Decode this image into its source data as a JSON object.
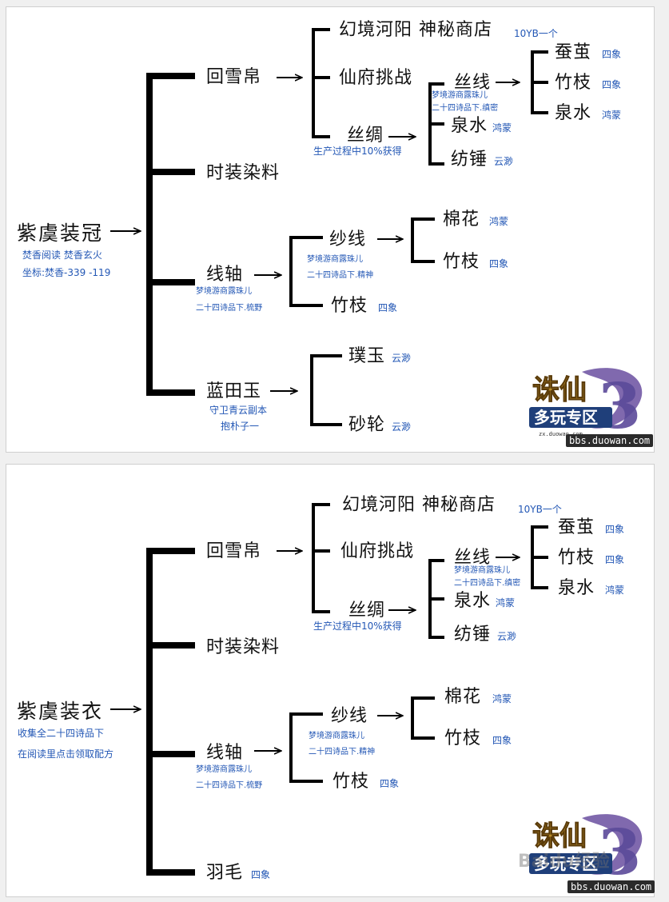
{
  "panel1": {
    "root": "紫虞装冠",
    "root_notes": [
      "焚香阅读  焚香玄火",
      "坐标:焚香-339  -119"
    ],
    "b_huixuebo": "回雪帛",
    "b_shizhuang": "时装染料",
    "b_xianzhou": "线轴",
    "b_xianzhou_notes": [
      "梦境游商露珠儿",
      "二十四诗品下.梳野"
    ],
    "b_lantianyu": "蓝田玉",
    "b_lantianyu_notes": [
      "守卫青云副本",
      "抱朴子一"
    ],
    "h_huanjing": "幻境河阳  神秘商店",
    "h_huanjing_note": "10YB一个",
    "h_xianfu": "仙府挑战",
    "h_sichou": "丝绸",
    "h_sichou_note": "生产过程中10%获得",
    "s_sixian": "丝线",
    "s_sixian_notes": [
      "梦境游商露珠儿",
      "二十四诗品下.缜密"
    ],
    "s_quanshui": "泉水",
    "s_quanshui_tag": "鸿蒙",
    "s_fangchui": "纺锤",
    "s_fangchui_tag": "云渺",
    "x_canjian": "蚕茧",
    "x_canjian_tag": "四象",
    "x_zhuzhi": "竹枝",
    "x_zhuzhi_tag": "四象",
    "x_quanshui": "泉水",
    "x_quanshui_tag": "鸿蒙",
    "sx_shaxian": "纱线",
    "sx_shaxian_notes": [
      "梦境游商露珠儿",
      "二十四诗品下.精神"
    ],
    "sx_zhuzhi": "竹枝",
    "sx_zhuzhi_tag": "四象",
    "sh_mianhua": "棉花",
    "sh_mianhua_tag": "鸿蒙",
    "sh_zhuzhi": "竹枝",
    "sh_zhuzhi_tag": "四象",
    "ly_puyu": "璞玉",
    "ly_puyu_tag": "云渺",
    "ly_shalun": "砂轮",
    "ly_shalun_tag": "云渺"
  },
  "panel2": {
    "root": "紫虞装衣",
    "root_notes": [
      "收集全二十四诗品下",
      "在阅读里点击领取配方"
    ],
    "b_huixuebo": "回雪帛",
    "b_shizhuang": "时装染料",
    "b_xianzhou": "线轴",
    "b_xianzhou_notes": [
      "梦境游商露珠儿",
      "二十四诗品下.梳野"
    ],
    "b_yumao": "羽毛",
    "b_yumao_tag": "四象",
    "h_huanjing": "幻境河阳  神秘商店",
    "h_huanjing_note": "10YB一个",
    "h_xianfu": "仙府挑战",
    "h_sichou": "丝绸",
    "h_sichou_note": "生产过程中10%获得",
    "s_sixian": "丝线",
    "s_sixian_notes": [
      "梦境游商露珠儿",
      "二十四诗品下.缜密"
    ],
    "s_quanshui": "泉水",
    "s_quanshui_tag": "鸿蒙",
    "s_fangchui": "纺锤",
    "s_fangchui_tag": "云渺",
    "x_canjian": "蚕茧",
    "x_canjian_tag": "四象",
    "x_zhuzhi": "竹枝",
    "x_zhuzhi_tag": "四象",
    "x_quanshui": "泉水",
    "x_quanshui_tag": "鸿蒙",
    "sx_shaxian": "纱线",
    "sx_shaxian_notes": [
      "梦境游商露珠儿",
      "二十四诗品下.精神"
    ],
    "sx_zhuzhi": "竹枝",
    "sx_zhuzhi_tag": "四象",
    "sh_mianhua": "棉花",
    "sh_mianhua_tag": "鸿蒙",
    "sh_zhuzhi": "竹枝",
    "sh_zhuzhi_tag": "四象"
  },
  "logo": {
    "title": "诛仙",
    "numeral": "3",
    "zone": "多玩专区",
    "site_small": "zx.duowan.com",
    "site": "bbs.duowan.com"
  },
  "watermark": "Baidu经验",
  "colors": {
    "note_blue": "#2357b5",
    "line_black": "#000000"
  }
}
